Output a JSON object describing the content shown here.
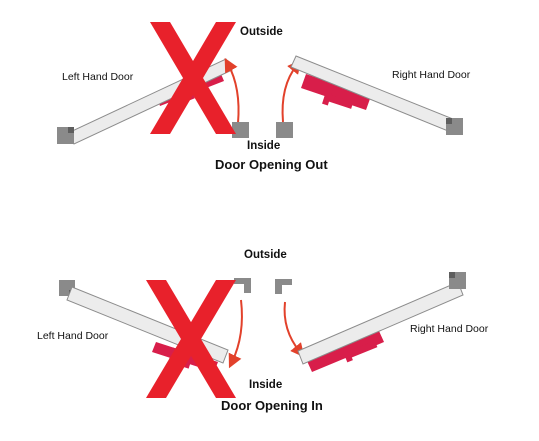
{
  "colors": {
    "door_panel": "#ececec",
    "door_stroke": "#8c8c8c",
    "jamb": "#8a8a8a",
    "jamb_dark": "#5e5e5e",
    "handle": "#d81e4a",
    "arrow": "#e2412b",
    "cross": "#e8212b",
    "text": "#111111"
  },
  "icons": {
    "hinge": "hinge-jamb-icon",
    "arrow": "swing-arrow-icon",
    "cross": "red-x-icon",
    "handle": "door-handle-icon"
  },
  "opening_out": {
    "outside_label": "Outside",
    "inside_label": "Inside",
    "caption": "Door Opening Out",
    "left_door_label": "Left Hand Door",
    "right_door_label": "Right Hand Door"
  },
  "opening_in": {
    "outside_label": "Outside",
    "inside_label": "Inside",
    "caption": "Door Opening In",
    "left_door_label": "Left Hand Door",
    "right_door_label": "Right Hand Door"
  }
}
